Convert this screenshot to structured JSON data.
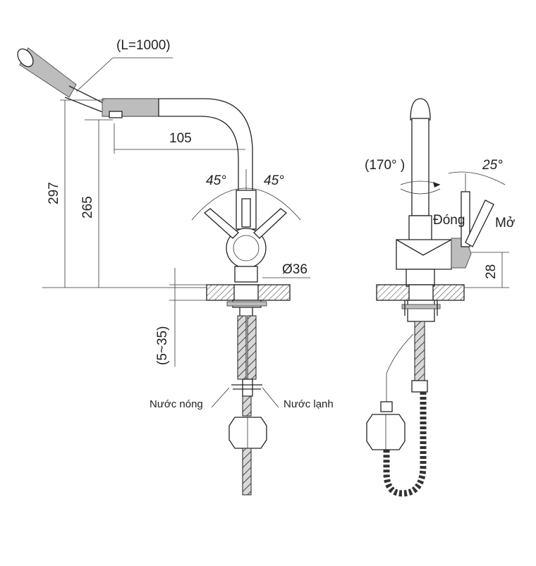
{
  "labels": {
    "hose_length": "(L=1000)",
    "spout_reach": "105",
    "total_height": "297",
    "spout_height": "265",
    "angle_left": "45°",
    "angle_right": "45°",
    "base_diameter": "Ø36",
    "deck_thickness": "(5~35)",
    "hot_water": "Nước nóng",
    "cold_water": "Nước lạnh",
    "swivel_angle": "(170° )",
    "lever_angle": "25°",
    "closed": "Đóng",
    "open": "Mở",
    "lever_height": "28"
  }
}
